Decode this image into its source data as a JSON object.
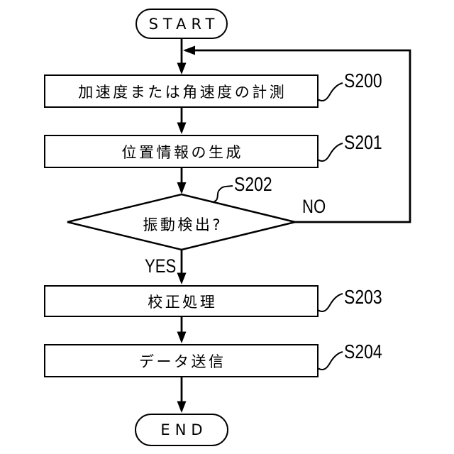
{
  "diagram": {
    "type": "flowchart",
    "language": "Japanese",
    "colors": {
      "line": "#000000",
      "text": "#000000",
      "background": "#ffffff"
    },
    "nodes": {
      "start": {
        "shape": "terminator",
        "label": "START"
      },
      "s200": {
        "shape": "process",
        "step": "S200",
        "label": "加速度または角速度の計測"
      },
      "s201": {
        "shape": "process",
        "step": "S201",
        "label": "位置情報の生成"
      },
      "s202": {
        "shape": "decision",
        "step": "S202",
        "label": "振動検出?"
      },
      "s203": {
        "shape": "process",
        "step": "S203",
        "label": "校正処理"
      },
      "s204": {
        "shape": "process",
        "step": "S204",
        "label": "データ送信"
      },
      "end": {
        "shape": "terminator",
        "label": "END"
      }
    },
    "edges": {
      "flow": [
        "start→s200",
        "s200→s201",
        "s201→s202",
        "s202→s203 (YES)",
        "s203→s204",
        "s204→end",
        "s202→s200-merge (NO loop back)"
      ],
      "yes_label": "YES",
      "no_label": "NO"
    }
  }
}
